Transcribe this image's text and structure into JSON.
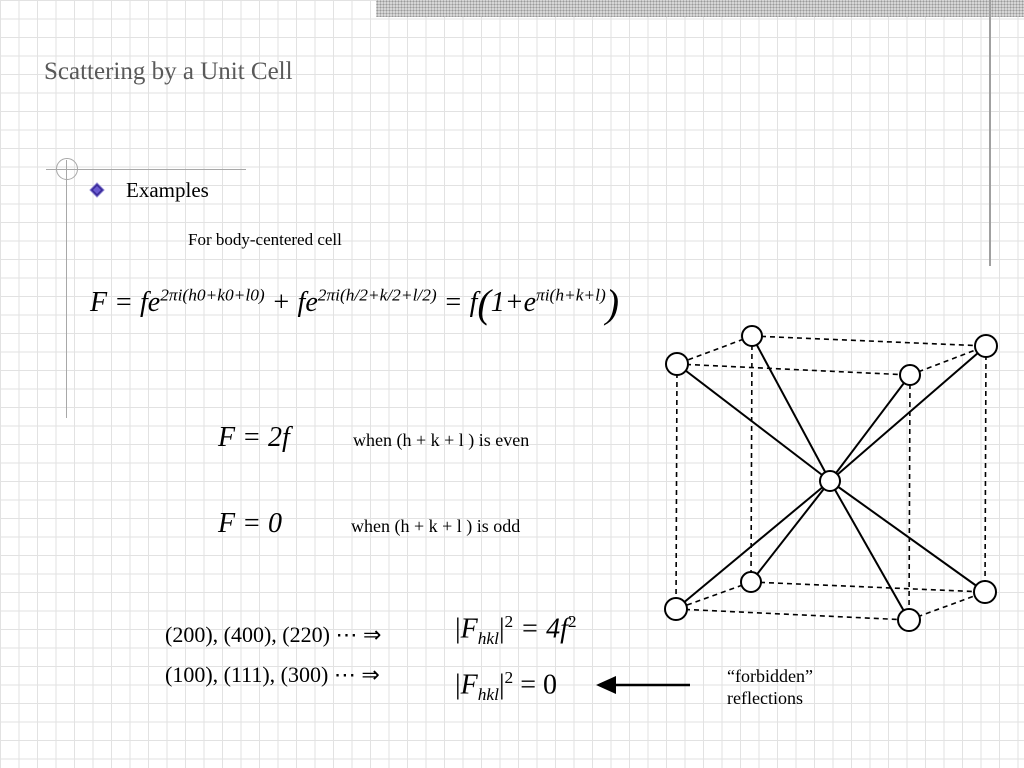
{
  "slide": {
    "title": "Scattering by a Unit Cell",
    "bullet_icon": "diamond-bullet-icon",
    "bullet_text": "Examples",
    "subheading": "For body-centered cell"
  },
  "equations": {
    "main": {
      "lhs": "F = fe",
      "exp1": "2πi(h0+k0+l0)",
      "plus": " + fe",
      "exp2": "2πi(h/2+k/2+l/2)",
      "eq": " = f",
      "inner": "1+e",
      "exp3": "πi(h+k+l)"
    },
    "even_result": "F = 2f",
    "even_condition": "when (h + k + l ) is even",
    "odd_result": "F = 0",
    "odd_condition": "when (h + k + l ) is odd",
    "allowed_list": "(200), (400), (220) ⋯ ⇒",
    "allowed_eq": {
      "F": "F",
      "sub": "hkl",
      "sq": "2",
      "rhs": " = 4f",
      "rhs_sq": "2"
    },
    "forbidden_list": "(100), (111), (300) ⋯ ⇒",
    "forbidden_eq": {
      "F": "F",
      "sub": "hkl",
      "sq": "2",
      "rhs": " = 0"
    }
  },
  "annotation": {
    "line1": "“forbidden”",
    "line2": "reflections",
    "arrow_icon": "left-arrow-icon"
  },
  "figure": {
    "type": "bcc-unit-cell-diagram",
    "corner_atoms": 8,
    "center_atoms": 1
  }
}
